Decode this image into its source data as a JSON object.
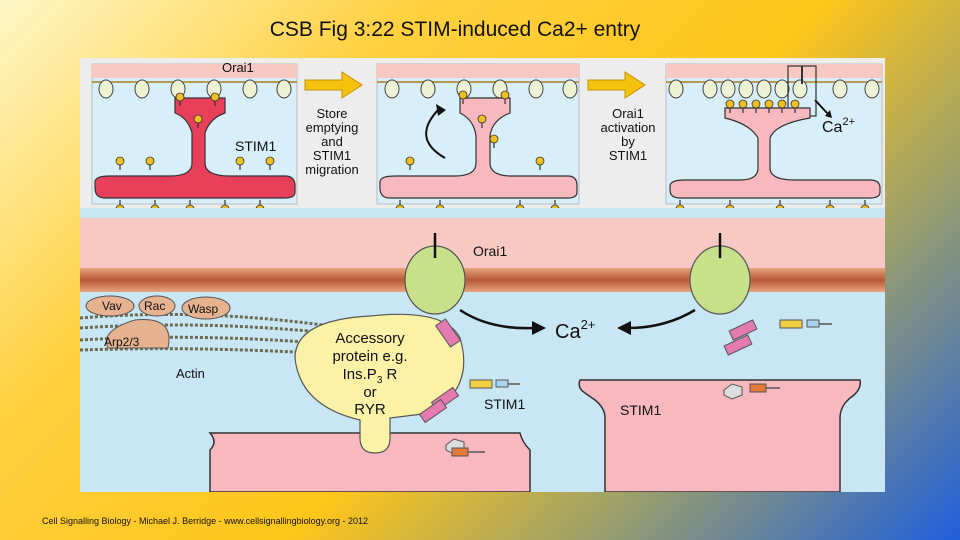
{
  "slide": {
    "title": "CSB Fig 3:22 STIM-induced Ca2+ entry",
    "footer": "Cell Signalling Biology - Michael J. Berridge - www.cellsignallingbiology.org - 2012"
  },
  "top_panel": {
    "orai1_label": "Orai1",
    "stim1_label": "STIM1",
    "step1_caption": [
      "Store",
      "emptying",
      "and",
      "STIM1",
      "migration"
    ],
    "step2_caption": [
      "Orai1",
      "activation",
      "by",
      "STIM1"
    ],
    "ca_label": "Ca",
    "ca_superscript": "2+"
  },
  "bottom_panel": {
    "orai1_label": "Orai1",
    "ca_label": "Ca",
    "ca_superscript": "2+",
    "stim1_left": "STIM1",
    "stim1_right": "STIM1",
    "actin_label": "Actin",
    "vav_label": "Vav",
    "rac_label": "Rac",
    "wasp_label": "Wasp",
    "arp_label": "Arp2/3",
    "accessory_line1": "Accessory",
    "accessory_line2": "protein e.g.",
    "accessory_line3_main": "Ins.P",
    "accessory_line3_sub": "3",
    "accessory_line3_end": " R",
    "accessory_line4": "or",
    "accessory_line5": "RYR"
  },
  "colors": {
    "er_dark": "#e8405a",
    "er_light": "#f7b8bf",
    "membrane": "#c96a43",
    "orai": "#c9e08a",
    "cytosol": "#c9e6f5",
    "accessory": "#fbf2a8",
    "arrow": "#f7c20d"
  }
}
